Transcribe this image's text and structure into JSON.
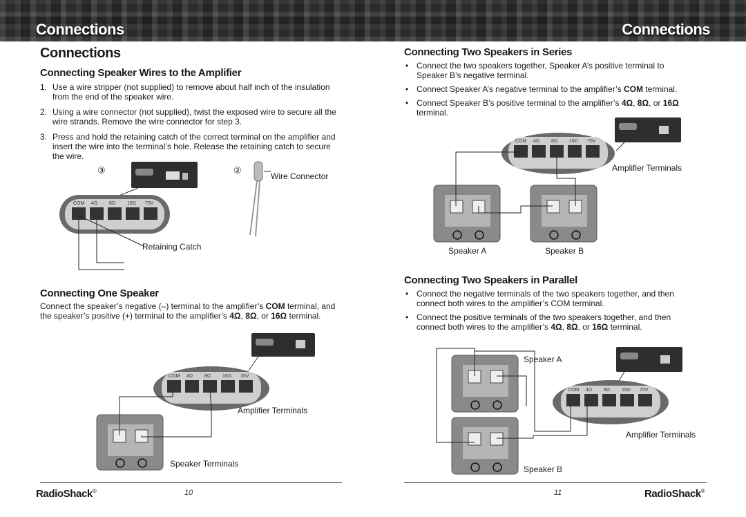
{
  "header": {
    "left_title": "Connections",
    "right_title": "Connections"
  },
  "left": {
    "page_title": "Connections",
    "section1": {
      "title": "Connecting Speaker Wires to the Amplifier",
      "steps": [
        {
          "num": "1.",
          "text": "Use a wire stripper (not supplied) to remove about half inch of the insulation from the end of the speaker wire."
        },
        {
          "num": "2.",
          "text": "Using a wire connector (not supplied), twist the exposed wire to secure all the wire strands. Remove the wire connector for step 3."
        },
        {
          "num": "3.",
          "text": "Press and hold the retaining catch of the correct terminal on the amplifier and insert the wire into the terminal’s hole. Release the retaining catch to secure the wire."
        }
      ],
      "figure": {
        "callout3": "③",
        "callout2": "②",
        "wire_connector": "Wire Connector",
        "retaining_catch": "Retaining Catch"
      }
    },
    "section2": {
      "title": "Connecting One Speaker",
      "text_a": "Connect the speaker’s negative (–) terminal to the amplifier’s ",
      "text_com": "COM",
      "text_b": " terminal, and the speaker’s positive (+) terminal to the amplifier’s ",
      "text_4": "4Ω",
      "text_c": ", ",
      "text_8": "8Ω",
      "text_d": ", or ",
      "text_16": "16Ω",
      "text_e": " terminal.",
      "figure": {
        "amp_terminals": "Amplifier Terminals",
        "speaker_terminals": "Speaker Terminals"
      }
    },
    "footer": {
      "logo": "RadioShack",
      "reg": "®",
      "page": "10"
    }
  },
  "right": {
    "series": {
      "title": "Connecting Two Speakers in Series",
      "bullets": [
        {
          "parts": [
            {
              "t": "Connect the two speakers together, Speaker A’s positive terminal to Speaker B’s negative terminal.",
              "b": false
            }
          ]
        },
        {
          "parts": [
            {
              "t": "Connect Speaker A’s negative terminal to the amplifier’s ",
              "b": false
            },
            {
              "t": "COM",
              "b": true
            },
            {
              "t": " terminal.",
              "b": false
            }
          ]
        },
        {
          "parts": [
            {
              "t": "Connect Speaker B’s positive terminal to the amplifier’s ",
              "b": false
            },
            {
              "t": "4Ω",
              "b": true
            },
            {
              "t": ", ",
              "b": false
            },
            {
              "t": "8Ω",
              "b": true
            },
            {
              "t": ", or ",
              "b": false
            },
            {
              "t": "16Ω",
              "b": true
            },
            {
              "t": " terminal.",
              "b": false
            }
          ]
        }
      ],
      "figure": {
        "amp_terminals": "Amplifier Terminals",
        "speaker_a": "Speaker A",
        "speaker_b": "Speaker B"
      }
    },
    "parallel": {
      "title": "Connecting Two Speakers in Parallel",
      "bullets": [
        {
          "parts": [
            {
              "t": "Connect the negative terminals of the two speakers together, and then connect both wires to the amplifier’s ",
              "b": false
            },
            {
              "t": "COM",
              "b": false
            },
            {
              "t": " terminal.",
              "b": false
            }
          ]
        },
        {
          "parts": [
            {
              "t": "Connect the positive terminals of the two speakers together, and then connect both wires to the amplifier’s ",
              "b": false
            },
            {
              "t": "4Ω",
              "b": true
            },
            {
              "t": ", ",
              "b": false
            },
            {
              "t": "8Ω",
              "b": true
            },
            {
              "t": ", or ",
              "b": false
            },
            {
              "t": "16Ω",
              "b": true
            },
            {
              "t": " terminal.",
              "b": false
            }
          ]
        }
      ],
      "figure": {
        "speaker_a": "Speaker A",
        "speaker_b": "Speaker B",
        "amp_terminals": "Amplifier Terminals"
      }
    },
    "footer": {
      "logo": "RadioShack",
      "reg": "®",
      "page": "11"
    }
  },
  "terminal_labels": [
    "COM",
    "4Ω",
    "8Ω",
    "16Ω",
    "70V"
  ],
  "colors": {
    "header_bg": "#2b2b2b",
    "terminal_panel": "#cfcfcf",
    "speaker_plate": "#8a8a8a"
  }
}
